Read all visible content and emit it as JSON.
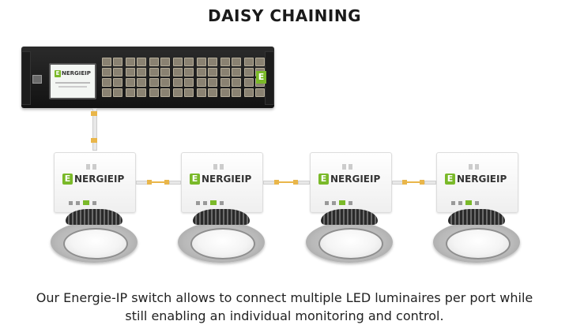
{
  "title": "DAISY CHAINING",
  "caption": {
    "line1": "Our Energie-IP switch allows to connect multiple LED luminaires per port while",
    "line2": "still enabling an individual monitoring and control."
  },
  "switch": {
    "screen_logo": "NERGIEIP",
    "logo_letter": "E"
  },
  "modules": [
    {
      "logo_letter": "E",
      "logo_text": "NERGIEIP"
    },
    {
      "logo_letter": "E",
      "logo_text": "NERGIEIP"
    },
    {
      "logo_letter": "E",
      "logo_text": "NERGIEIP"
    },
    {
      "logo_letter": "E",
      "logo_text": "NERGIEIP"
    }
  ],
  "colors": {
    "brand_green": "#7ab929",
    "cable_yellow": "#e9b64a",
    "switch_body": "#1a1a1a"
  }
}
